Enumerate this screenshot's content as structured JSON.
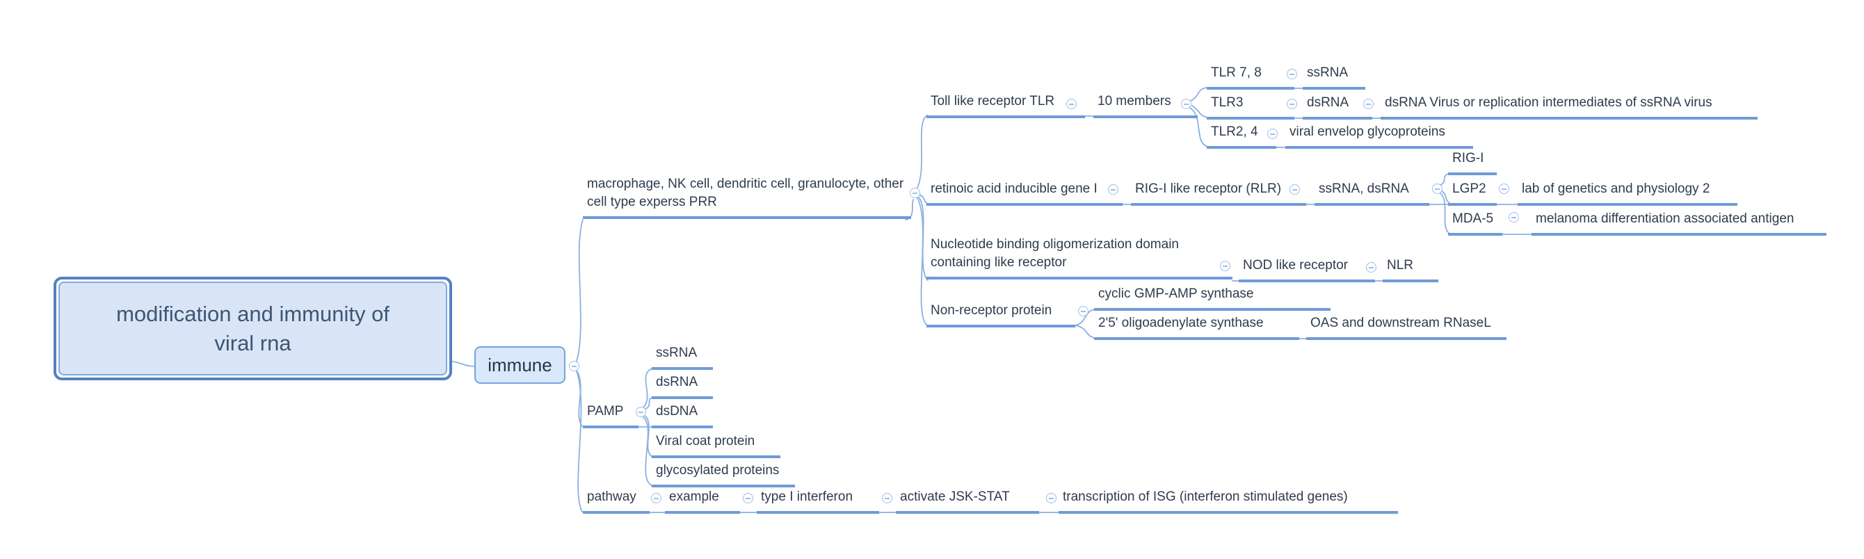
{
  "title": "modification and immunity of viral rna mind map",
  "colors": {
    "underline": "#6f9bd6",
    "connector": "#8ab0e0",
    "text": "#2e3b4e",
    "root_fill": "#d9e5f6",
    "root_border": "#5281c2",
    "immune_fill": "#dae8fb",
    "immune_border": "#74a3dc",
    "collapse_ring": "#a0bfe6"
  },
  "icons": {
    "collapse": "minus-circle"
  },
  "topics": {
    "root": "modification and immunity of viral rna",
    "immune": "immune",
    "macrophage": "macrophage, NK cell, dendritic cell, granulocyte, other cell type experss PRR",
    "toll": "Toll like receptor TLR",
    "members10": "10 members",
    "tlr78": "TLR 7, 8",
    "ssrna_tlr": "ssRNA",
    "tlr3": "TLR3",
    "dsrna_tlr": "dsRNA",
    "dsrna_virus": "dsRNA Virus or replication intermediates of ssRNA virus",
    "tlr24": "TLR2, 4",
    "envelop": "viral envelop glycoproteins",
    "retinoic": "retinoic acid inducible gene I",
    "rlr": "RIG-I like receptor (RLR)",
    "ssrna_dsrna": "ssRNA, dsRNA",
    "rigi": "RIG-I",
    "lgp2": "LGP2",
    "lab": "lab of genetics and physiology 2",
    "mda5": "MDA-5",
    "melanoma": "melanoma differentiation associated antigen",
    "nod": "Nucleotide binding oligomerization domain containing like receptor",
    "nodlike": "NOD like receptor",
    "nlr": "NLR",
    "nonreceptor": "Non-receptor protein",
    "cgas": "cyclic GMP-AMP synthase",
    "oas": "2'5' oligoadenylate synthase",
    "oasdown": "OAS and downstream RNaseL",
    "pamp": "PAMP",
    "ssrna_pamp": "ssRNA",
    "dsrna_pamp": "dsRNA",
    "dsdna": "dsDNA",
    "viralcoat": "Viral coat protein",
    "glyco": "glycosylated proteins",
    "pathway": "pathway",
    "example": "example",
    "ifn": "type I interferon",
    "jsk": "activate JSK-STAT",
    "isg": "transcription of ISG (interferon stimulated genes)"
  },
  "hierarchy": {
    "id": "root",
    "children": [
      {
        "id": "immune",
        "children": [
          {
            "id": "macrophage",
            "children": [
              {
                "id": "toll",
                "children": [
                  {
                    "id": "members10",
                    "children": [
                      {
                        "id": "tlr78",
                        "children": [
                          {
                            "id": "ssrna_tlr"
                          }
                        ]
                      },
                      {
                        "id": "tlr3",
                        "children": [
                          {
                            "id": "dsrna_tlr",
                            "children": [
                              {
                                "id": "dsrna_virus"
                              }
                            ]
                          }
                        ]
                      },
                      {
                        "id": "tlr24",
                        "children": [
                          {
                            "id": "envelop"
                          }
                        ]
                      }
                    ]
                  }
                ]
              },
              {
                "id": "retinoic",
                "children": [
                  {
                    "id": "rlr",
                    "children": [
                      {
                        "id": "ssrna_dsrna",
                        "children": [
                          {
                            "id": "rigi"
                          },
                          {
                            "id": "lgp2",
                            "children": [
                              {
                                "id": "lab"
                              }
                            ]
                          },
                          {
                            "id": "mda5",
                            "children": [
                              {
                                "id": "melanoma"
                              }
                            ]
                          }
                        ]
                      }
                    ]
                  }
                ]
              },
              {
                "id": "nod",
                "children": [
                  {
                    "id": "nodlike",
                    "children": [
                      {
                        "id": "nlr"
                      }
                    ]
                  }
                ]
              },
              {
                "id": "nonreceptor",
                "children": [
                  {
                    "id": "cgas"
                  },
                  {
                    "id": "oas",
                    "children": [
                      {
                        "id": "oasdown"
                      }
                    ]
                  }
                ]
              }
            ]
          },
          {
            "id": "pamp",
            "children": [
              {
                "id": "ssrna_pamp"
              },
              {
                "id": "dsrna_pamp"
              },
              {
                "id": "dsdna"
              },
              {
                "id": "viralcoat"
              },
              {
                "id": "glyco"
              }
            ]
          },
          {
            "id": "pathway",
            "children": [
              {
                "id": "example",
                "children": [
                  {
                    "id": "ifn",
                    "children": [
                      {
                        "id": "jsk",
                        "children": [
                          {
                            "id": "isg"
                          }
                        ]
                      }
                    ]
                  }
                ]
              }
            ]
          }
        ]
      }
    ]
  }
}
